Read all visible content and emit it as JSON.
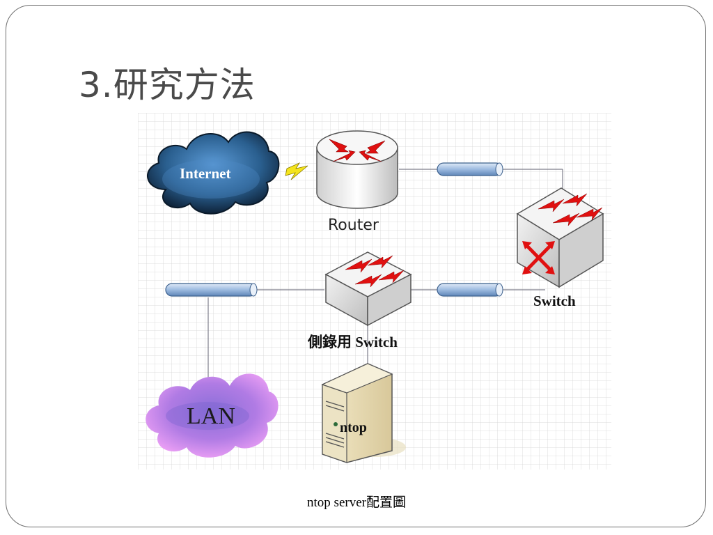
{
  "slide": {
    "title": "3.研究方法",
    "caption": "ntop server配置圖"
  },
  "diagram": {
    "nodes": {
      "internet": {
        "label": "Internet",
        "icon": "cloud-icon",
        "color": "#2a5f8f"
      },
      "router": {
        "label": "Router",
        "icon": "router-icon"
      },
      "switch_main": {
        "label": "Switch",
        "icon": "switch-icon"
      },
      "switch_mirror": {
        "label": "側錄用 Switch",
        "icon": "switch-icon"
      },
      "lan": {
        "label": "LAN",
        "icon": "cloud-icon",
        "color": "#d27be6"
      },
      "ntop": {
        "label": "ntop",
        "icon": "server-icon"
      }
    },
    "connections": [
      [
        "internet",
        "router"
      ],
      [
        "router",
        "switch_main"
      ],
      [
        "switch_main",
        "switch_mirror"
      ],
      [
        "switch_mirror",
        "lan"
      ],
      [
        "switch_mirror",
        "ntop"
      ]
    ],
    "colors": {
      "arrow": "#e01010",
      "bolt": "#f4e41c",
      "pipe": "#9dbbe0",
      "grid": "#c9c9c9"
    }
  }
}
